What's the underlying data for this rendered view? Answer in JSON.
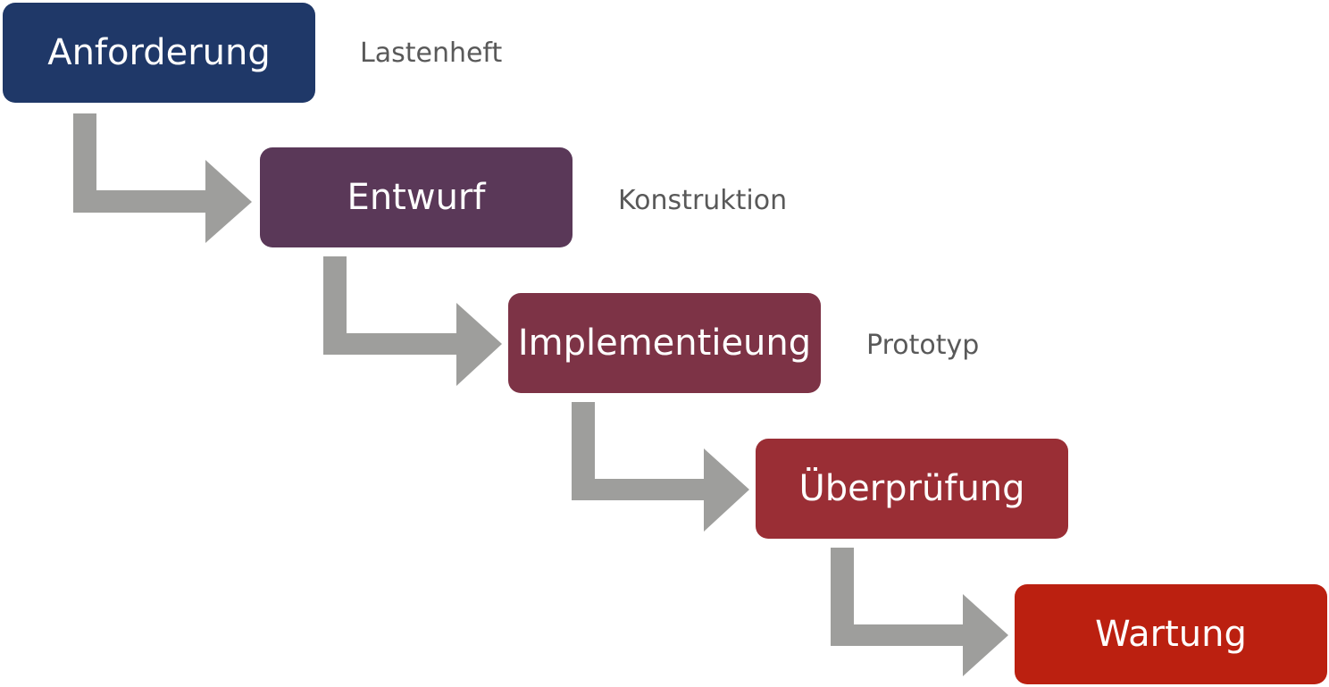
{
  "phases": [
    {
      "label": "Anforderung",
      "note": "Lastenheft",
      "color": "#1f3868"
    },
    {
      "label": "Entwurf",
      "note": "Konstruktion",
      "color": "#5a3858"
    },
    {
      "label": "Implementieung",
      "note": "Prototyp",
      "color": "#7d3346"
    },
    {
      "label": "Überprüfung",
      "note": "",
      "color": "#9a2e35"
    },
    {
      "label": "Wartung",
      "note": "",
      "color": "#bb2010"
    }
  ],
  "connector_color": "#9e9e9c"
}
